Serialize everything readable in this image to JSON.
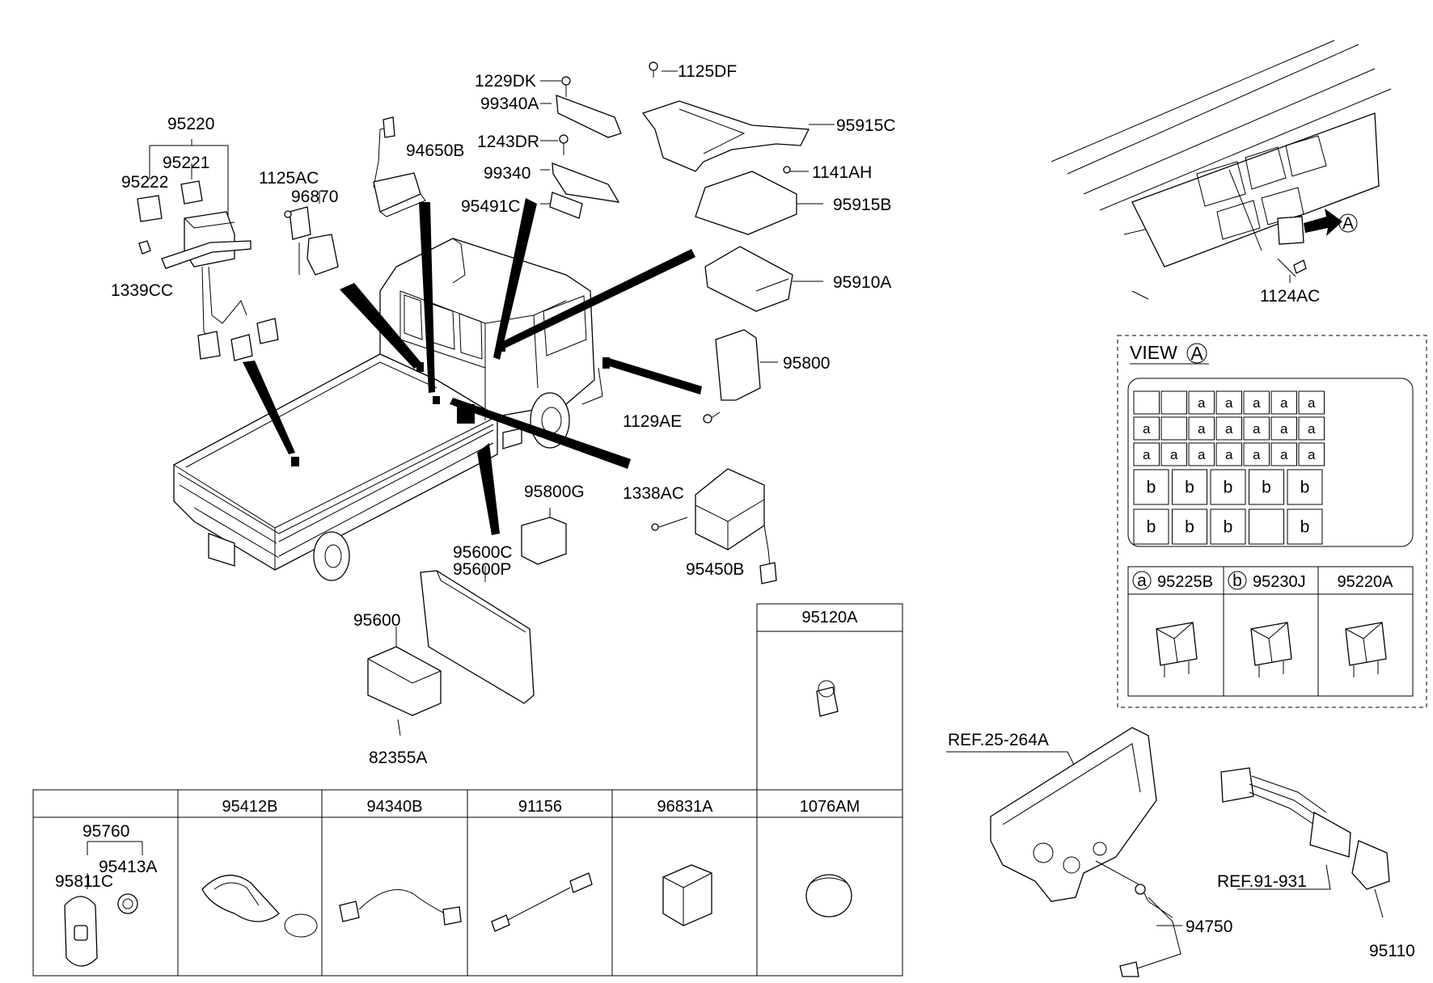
{
  "diagram": {
    "labels": {
      "p95220": "95220",
      "p95221": "95221",
      "p95222": "95222",
      "p1339CC": "1339CC",
      "p1125AC": "1125AC",
      "p96870": "96870",
      "p94650B": "94650B",
      "p1229DK": "1229DK",
      "p99340A": "99340A",
      "p1243DR": "1243DR",
      "p99340": "99340",
      "p95491C": "95491C",
      "p1125DF": "1125DF",
      "p95915C": "95915C",
      "p1141AH": "1141AH",
      "p95915B": "95915B",
      "p95910A": "95910A",
      "p95800": "95800",
      "p1129AE": "1129AE",
      "p1338AC": "1338AC",
      "p95450B": "95450B",
      "p95800G": "95800G",
      "p95600C": "95600C",
      "p95600P": "95600P",
      "p95600": "95600",
      "p82355A": "82355A",
      "p1124AC": "1124AC",
      "ref25": "REF.25-264A",
      "p94750": "94750",
      "ref91": "REF.91-931",
      "p95110": "95110",
      "p95760": "95760",
      "p95811C": "95811C",
      "p95413A": "95413A"
    },
    "view_marker": "A",
    "parts_table": {
      "headers": [
        "95412B",
        "94340B",
        "91156",
        "96831A",
        "1076AM"
      ],
      "top_header": "95120A"
    },
    "view_a": {
      "title": "VIEW",
      "marker": "A",
      "grid_rows": [
        [
          "",
          "",
          "a",
          "a",
          "a",
          "a",
          "a"
        ],
        [
          "a",
          "",
          "a",
          "a",
          "a",
          "a",
          "a"
        ],
        [
          "a",
          "a",
          "a",
          "a",
          "a",
          "a",
          "a"
        ]
      ],
      "grid_b_rows": [
        [
          "b",
          "b",
          "b",
          "b",
          "b"
        ],
        [
          "b",
          "b",
          "b",
          "",
          "b"
        ]
      ],
      "legend": [
        {
          "key": "a",
          "part": "95225B"
        },
        {
          "key": "b",
          "part": "95230J"
        },
        {
          "key": "",
          "part": "95220A"
        }
      ]
    }
  }
}
